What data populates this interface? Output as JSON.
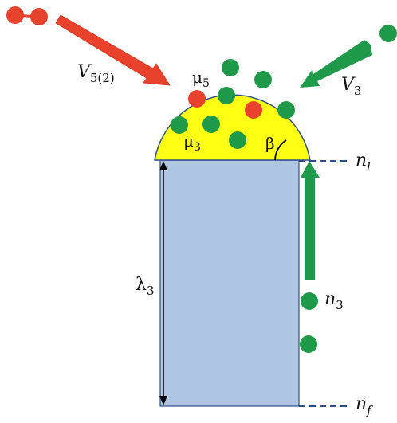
{
  "colors": {
    "droplet": "#ffff14",
    "nanowire": "#aec6e4",
    "green_atom": "#1f9a4a",
    "red_atom": "#e8412c",
    "red_arrow": "#e8412c",
    "green_arrow": "#1f9a4a",
    "outline": "#2e4f86"
  },
  "labels": {
    "v5_base": "V",
    "v5_sub": "5(2)",
    "v3_base": "V",
    "v3_sub": "3",
    "mu5_base": "μ",
    "mu5_sub": "5",
    "mu3_base": "μ",
    "mu3_sub": "3",
    "beta": "β",
    "nl_base": "n",
    "nl_sub": "l",
    "n3_base": "n",
    "n3_sub": "3",
    "nf_base": "n",
    "nf_sub": "f",
    "lambda_base": "λ",
    "lambda_sub": "3"
  }
}
